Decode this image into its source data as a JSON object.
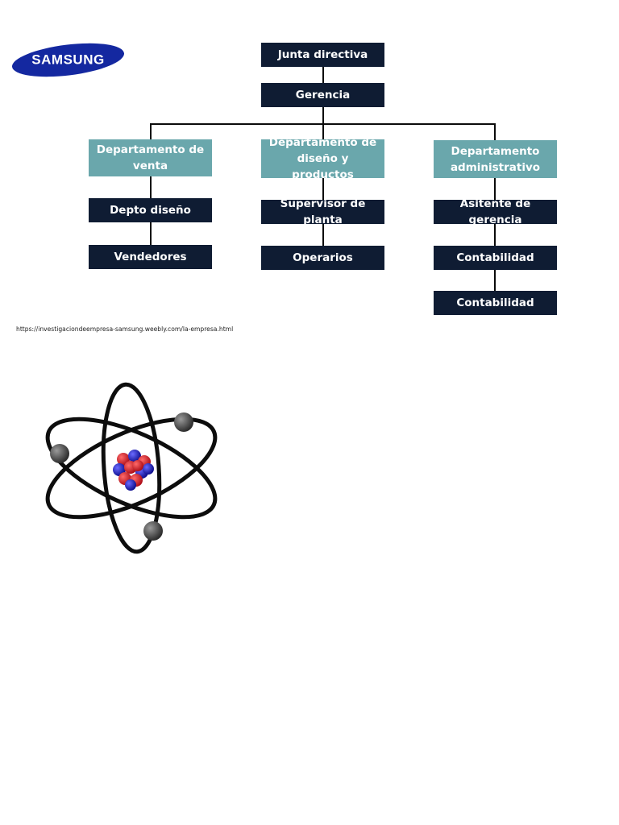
{
  "logo": {
    "text": "SAMSUNG",
    "color": "#1428a0"
  },
  "org_chart": {
    "top": "Junta directiva",
    "second": "Gerencia",
    "departments": [
      {
        "label": "Departamento de venta",
        "subs": [
          "Depto diseño",
          "Vendedores"
        ]
      },
      {
        "label": "Departamento de diseño y productos",
        "subs": [
          "Supervisor de planta",
          "Operarios"
        ]
      },
      {
        "label": "Departamento administrativo",
        "subs": [
          "Asitente de gerencia",
          "Contabilidad",
          "Contabilidad"
        ]
      }
    ],
    "colors": {
      "dark": "#0f1c33",
      "teal": "#6aa7ac"
    }
  },
  "source_url": "https://investigaciondeempresa-samsung.weebly.com/la-empresa.html",
  "atom_image": {
    "icon": "atom-icon"
  }
}
